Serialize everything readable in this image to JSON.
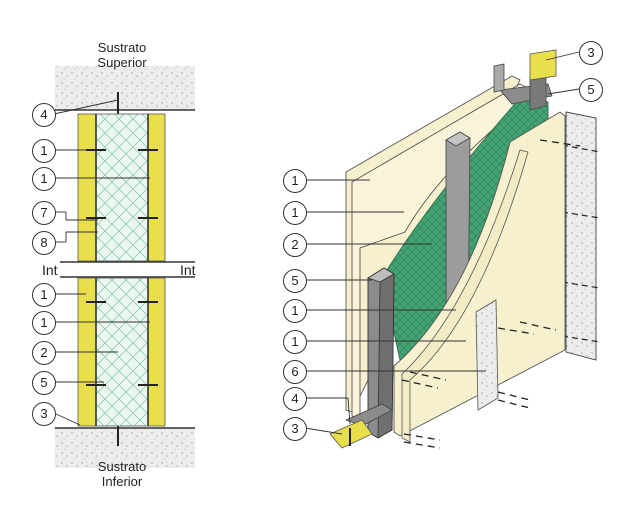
{
  "labels": {
    "top_substrate": "Sustrato\nSuperior",
    "bottom_substrate": "Sustrato\nInferior",
    "int_left": "Int",
    "int_right": "Int"
  },
  "callouts_left": [
    "4",
    "1",
    "1",
    "7",
    "8",
    "1",
    "1",
    "2",
    "5",
    "3"
  ],
  "callouts_right": [
    "3",
    "5",
    "1",
    "1",
    "2",
    "5",
    "1",
    "1",
    "6",
    "4",
    "3"
  ],
  "colors": {
    "stud_yellow": "#e8df4a",
    "insulation_green": "#3f9a6e",
    "board_cream": "#f6f0cf",
    "steel_gray": "#8c8c8c",
    "concrete_gray": "#e4e4e4"
  }
}
